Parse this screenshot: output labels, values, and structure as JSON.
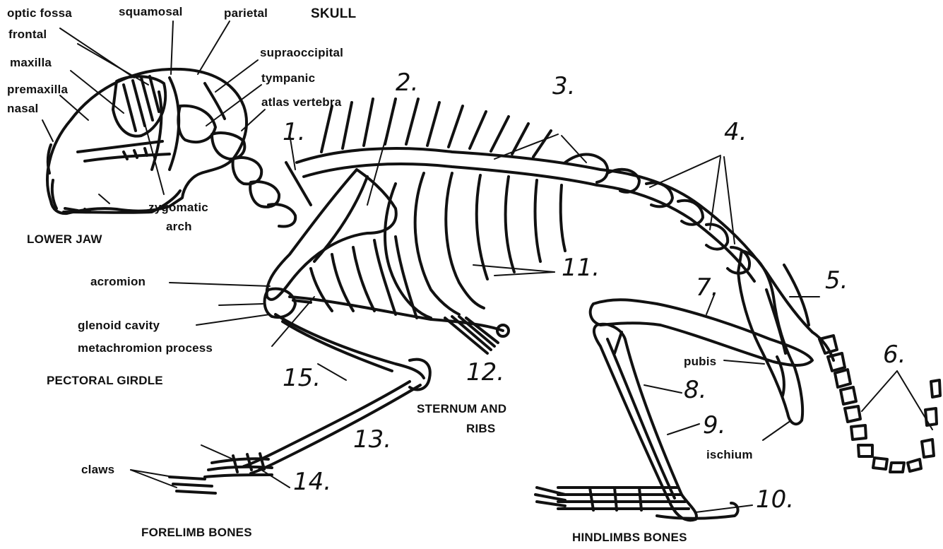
{
  "title": "SKULL",
  "sections": {
    "lower_jaw": "LOWER JAW",
    "pectoral_girdle": "PECTORAL GIRDLE",
    "sternum_ribs_line1": "STERNUM AND",
    "sternum_ribs_line2": "RIBS",
    "forelimb_bones": "FORELIMB BONES",
    "hindlimb_bones": "HINDLIMBS BONES"
  },
  "labels": {
    "optic_fossa": "optic fossa",
    "squamosal": "squamosal",
    "parietal": "parietal",
    "frontal": "frontal",
    "maxilla": "maxilla",
    "premaxilla": "premaxilla",
    "nasal": "nasal",
    "supraoccipital": "supraoccipital",
    "tympanic": "tympanic",
    "atlas_vertebra": "atlas vertebra",
    "zygomatic_line1": "zygomatic",
    "zygomatic_line2": "arch",
    "acromion": "acromion",
    "glenoid_cavity": "glenoid cavity",
    "metachromion_process": "metachromion process",
    "claws": "claws",
    "pubis": "pubis",
    "ischium": "ischium"
  },
  "numbers": [
    "1.",
    "2.",
    "3.",
    "4.",
    "5.",
    "6.",
    "7.",
    "8.",
    "9.",
    "10.",
    "11.",
    "12.",
    "13.",
    "14.",
    "15."
  ]
}
